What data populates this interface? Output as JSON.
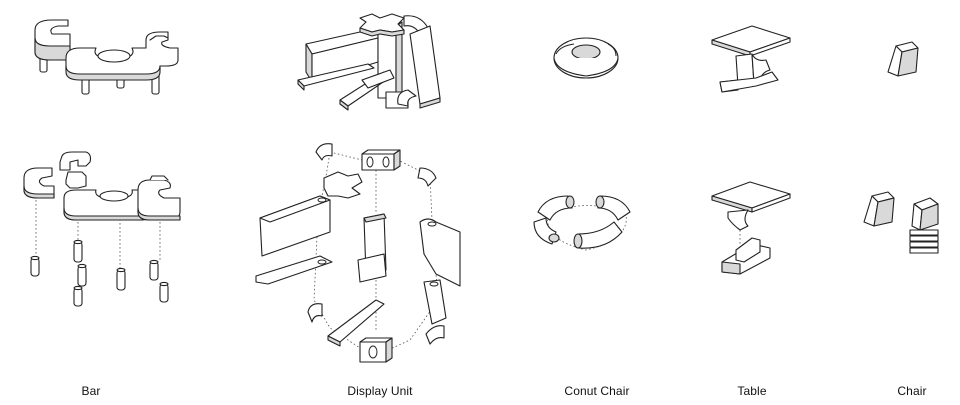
{
  "labels": {
    "bar": "Bar",
    "display_unit": "Display Unit",
    "conut_chair": "Conut Chair",
    "table": "Table",
    "chair": "Chair"
  },
  "colors": {
    "line": "#222222",
    "shade": "#d9d9d9",
    "dark": "#9a9a9a",
    "background": "#ffffff"
  }
}
